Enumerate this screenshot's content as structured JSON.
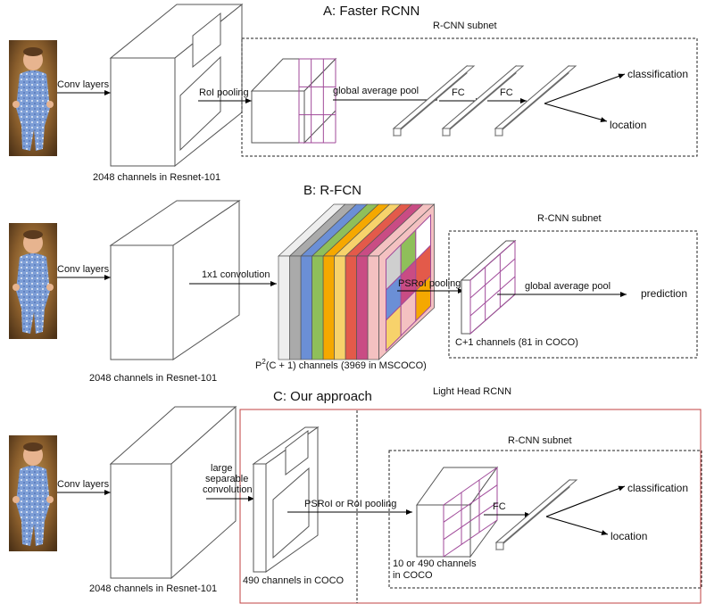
{
  "colors": {
    "grid": "#a04a9a",
    "light_head_border": "#c04040",
    "rfcn_strips": [
      "#eeeeee",
      "#aaaaaa",
      "#6b8fd6",
      "#8fbf5a",
      "#f5a800",
      "#f7d26b",
      "#e35a4a",
      "#c94c84",
      "#f4c1c1"
    ],
    "cell_fills": [
      "#cfcfcf",
      "#6b8fd6",
      "#f7d26b",
      "#8fbf5a",
      "#c94c84",
      "#f4c1c1",
      "#ffffff",
      "#e35a4a",
      "#f5a800"
    ]
  },
  "sections": {
    "a": {
      "title": "A: Faster RCNN",
      "subnet_label": "R-CNN subnet",
      "conv_label": "Conv layers",
      "roi_label": "RoI pooling",
      "gap_label": "global average pool",
      "fc1_label": "FC",
      "fc2_label": "FC",
      "out1": "classification",
      "out2": "location",
      "channels": "2048 channels in Resnet-101"
    },
    "b": {
      "title": "B: R-FCN",
      "subnet_label": "R-CNN subnet",
      "conv_label": "Conv layers",
      "conv1x1_label": "1x1 convolution",
      "psroi_label": "PSRoI pooling",
      "gap_label": "global average pool",
      "out": "prediction",
      "subnet_channels": "C+1 channels (81 in COCO)",
      "score_p": "P",
      "score_sup": "2",
      "score_rest": "(C + 1)  channels (3969 in MSCOCO)",
      "channels": "2048 channels in Resnet-101"
    },
    "c": {
      "title": "C: Our approach",
      "light_head_label": "Light Head RCNN",
      "subnet_label": "R-CNN subnet",
      "conv_label": "Conv layers",
      "lsc_line1": "large",
      "lsc_line2": "separable",
      "lsc_line3": "convolution",
      "pool_label": "PSRoI or RoI pooling",
      "fc_label": "FC",
      "out1": "classification",
      "out2": "location",
      "thin_channels": "490 channels in COCO",
      "pooled_line1": "10  or 490 channels",
      "pooled_line2": "in COCO",
      "channels": "2048 channels in Resnet-101"
    }
  }
}
